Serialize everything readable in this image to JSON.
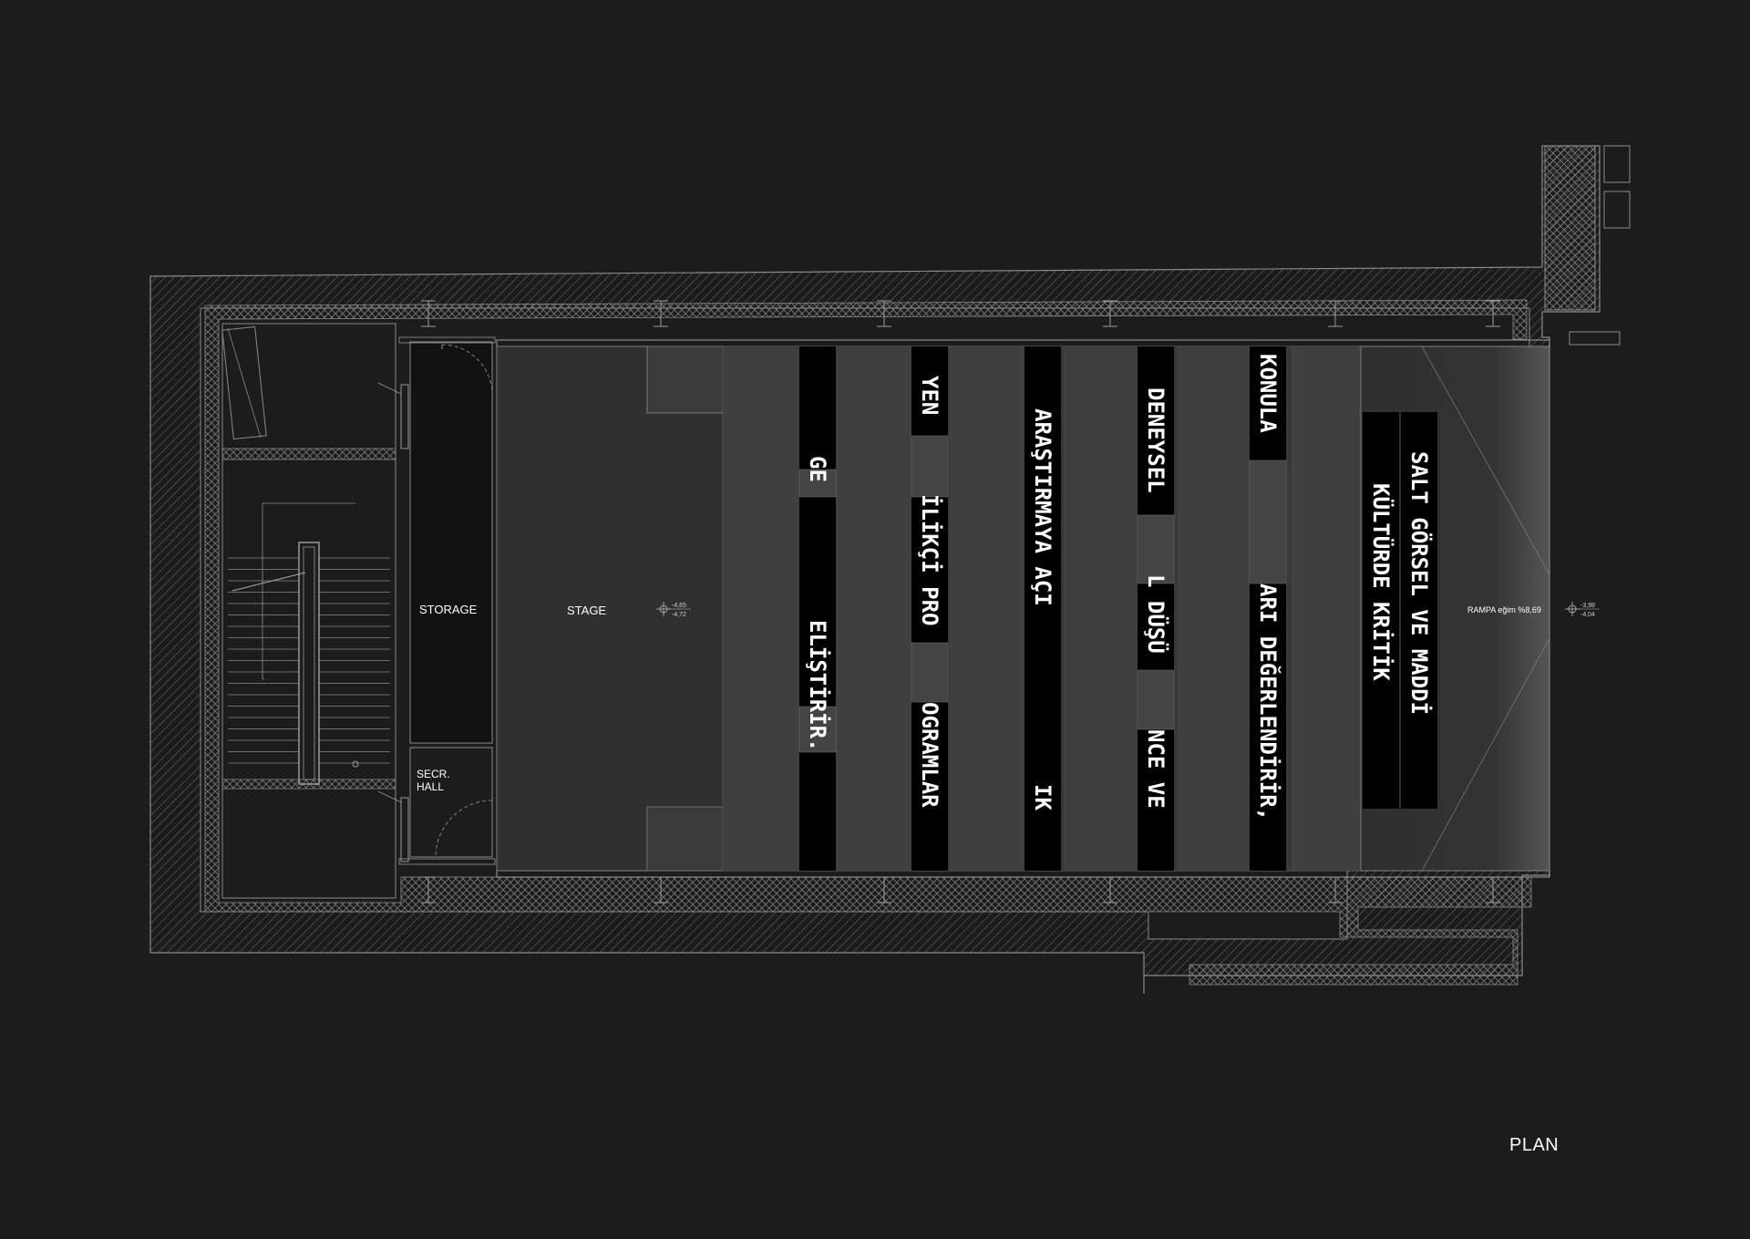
{
  "labels": {
    "storage": "STORAGE",
    "stage": "STAGE",
    "secr_line1": "SECR.",
    "secr_line2": "HALL",
    "ramp": "RAMPA eğim %8,69",
    "plan": "PLAN"
  },
  "levels": {
    "stage_top": "-4,65",
    "stage_bottom": "-4,72",
    "ramp_top": "-3,98",
    "ramp_bottom": "-4,04"
  },
  "strips": [
    {
      "fragments": [
        "GE",
        "ELİŞTİRİR."
      ]
    },
    {
      "fragments": [
        "YEN",
        "İLİKÇİ PRO",
        "OGRAMLAR"
      ]
    },
    {
      "fragments": [
        "ARAŞTIRMAYA AÇI",
        "IK"
      ]
    },
    {
      "fragments": [
        "DENEYSEL",
        "L DÜŞÜ",
        "NCE VE"
      ]
    },
    {
      "fragments": [
        "KONULA",
        "ARI DEĞERLENDİRİR,"
      ]
    },
    {
      "fragments": [
        "KÜLTÜRDE KRİTİK"
      ]
    },
    {
      "fragments": [
        "SALT GÖRSEL VE MADDİ"
      ]
    }
  ],
  "colors": {
    "background": "#1c1c1c",
    "wall_line": "#8a8a8a",
    "floor": "#3a3a3a",
    "stage": "#333333",
    "banner": "#000000",
    "text": "#ffffff"
  }
}
